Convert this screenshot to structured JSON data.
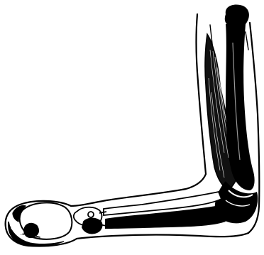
{
  "figure": {
    "subject": "arm-anatomy-illustration",
    "style": "black ink line drawing on white",
    "colors": {
      "ink": "#000000",
      "paper": "#ffffff"
    },
    "parts": [
      "upper-arm-outline",
      "humerus-bone",
      "biceps-muscle",
      "elbow-joint",
      "forearm-outline",
      "forearm-bones",
      "hand-fist"
    ]
  }
}
